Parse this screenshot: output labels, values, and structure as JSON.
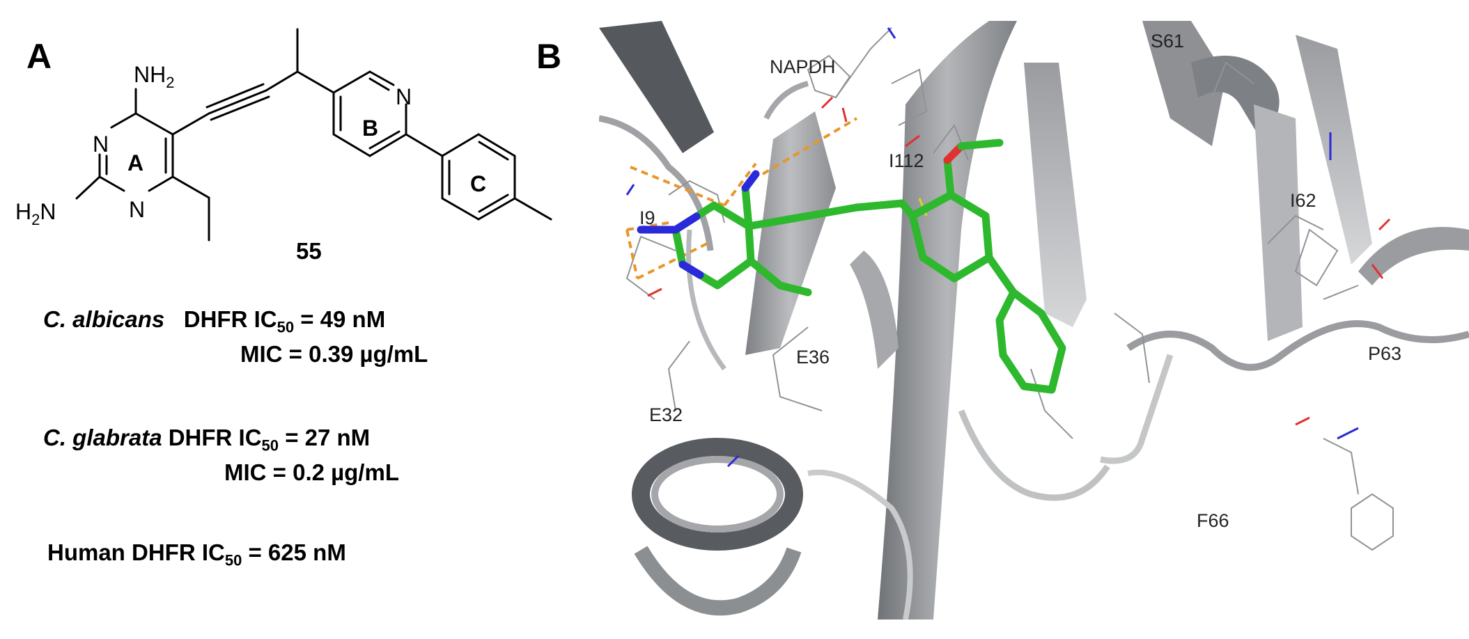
{
  "panel_a": {
    "label": "A",
    "structure": {
      "compound_number": "55",
      "ring_labels": {
        "a": "A",
        "b": "B",
        "c": "C"
      },
      "atoms": {
        "nh2_top_main": "NH",
        "nh2_top_sub": "2",
        "h2n_left_sub": "2",
        "h2n_left_main_h": "H",
        "h2n_left_main_n": "N",
        "n1": "N",
        "n3": "N",
        "n_pyridine": "N"
      }
    },
    "activity": {
      "c_albicans": {
        "species": "C. albicans",
        "line1": "DHFR IC",
        "line1_sub": "50",
        "line1_value": " = 49 nM",
        "line2": "MIC = 0.39 µg/mL"
      },
      "c_glabrata": {
        "species": "C. glabrata",
        "line1": " DHFR IC",
        "line1_sub": "50",
        "line1_value": " = 27 nM",
        "line2": "MIC = 0.2 µg/mL"
      },
      "human": {
        "label": "Human DHFR ",
        "ic": "IC",
        "ic_sub": "50",
        "value": " = 625 nM"
      }
    }
  },
  "panel_b": {
    "label": "B",
    "residues": {
      "napdh": "NAPDH",
      "s61": "S61",
      "i112": "I112",
      "i62": "I62",
      "i9": "I9",
      "e36": "E36",
      "p63": "P63",
      "e32": "E32",
      "f66": "F66"
    },
    "colors": {
      "ligand_carbon": "#2eb82e",
      "oxygen": "#e03030",
      "nitrogen": "#2a2ad8",
      "hbond": "#e8962a",
      "ribbon": "#8a8c90",
      "sulfur": "#d8d820"
    }
  }
}
